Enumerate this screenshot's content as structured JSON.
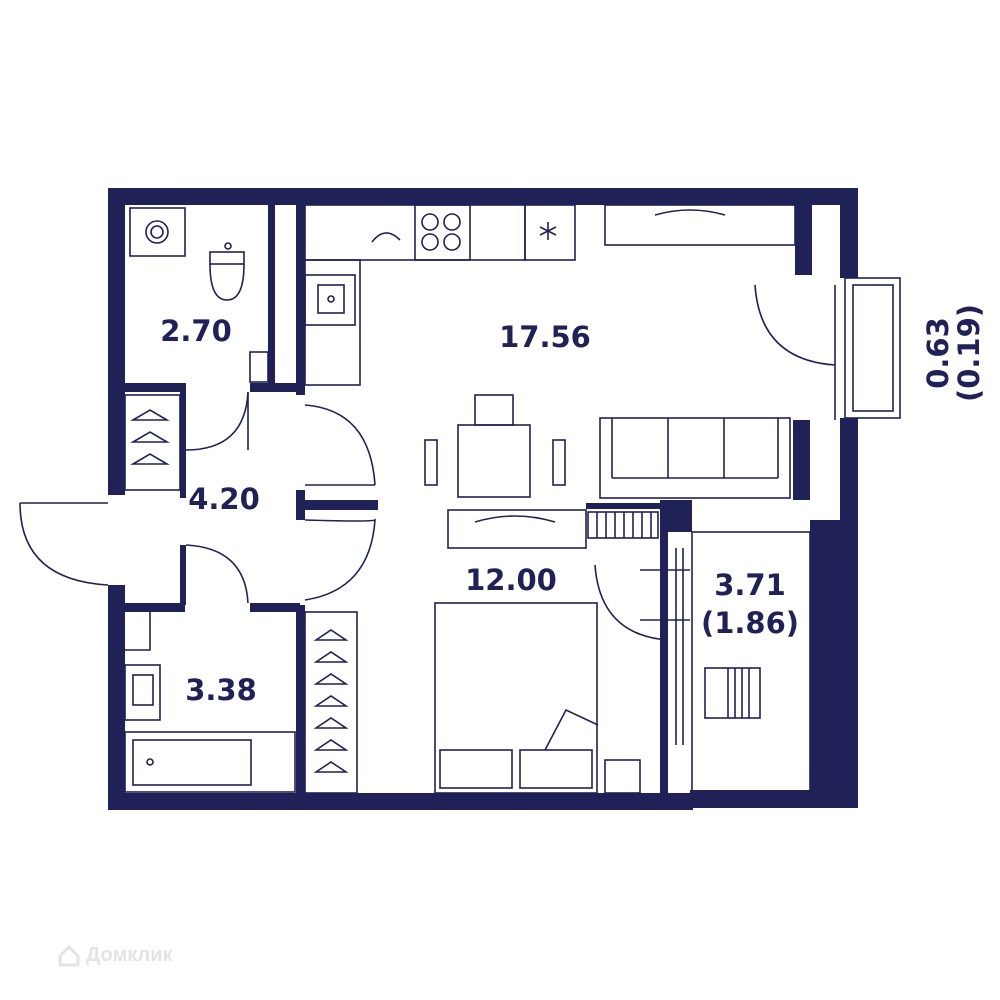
{
  "colors": {
    "wall": "#1f2157",
    "line": "#1f2157",
    "background": "#ffffff",
    "watermark": "#e3e3e7"
  },
  "rooms": {
    "bathroom_wc": {
      "area": "2.70"
    },
    "kitchen_living": {
      "area": "17.56"
    },
    "hall": {
      "area": "4.20"
    },
    "bathroom": {
      "area": "3.38"
    },
    "bedroom": {
      "area": "12.00"
    },
    "loggia": {
      "area": "3.71",
      "reduced_area": "(1.86)"
    },
    "balcony": {
      "area": "0.63",
      "reduced_area": "(0.19)"
    }
  },
  "watermark": {
    "text": "Домклик",
    "icon": "house-logo-icon"
  }
}
